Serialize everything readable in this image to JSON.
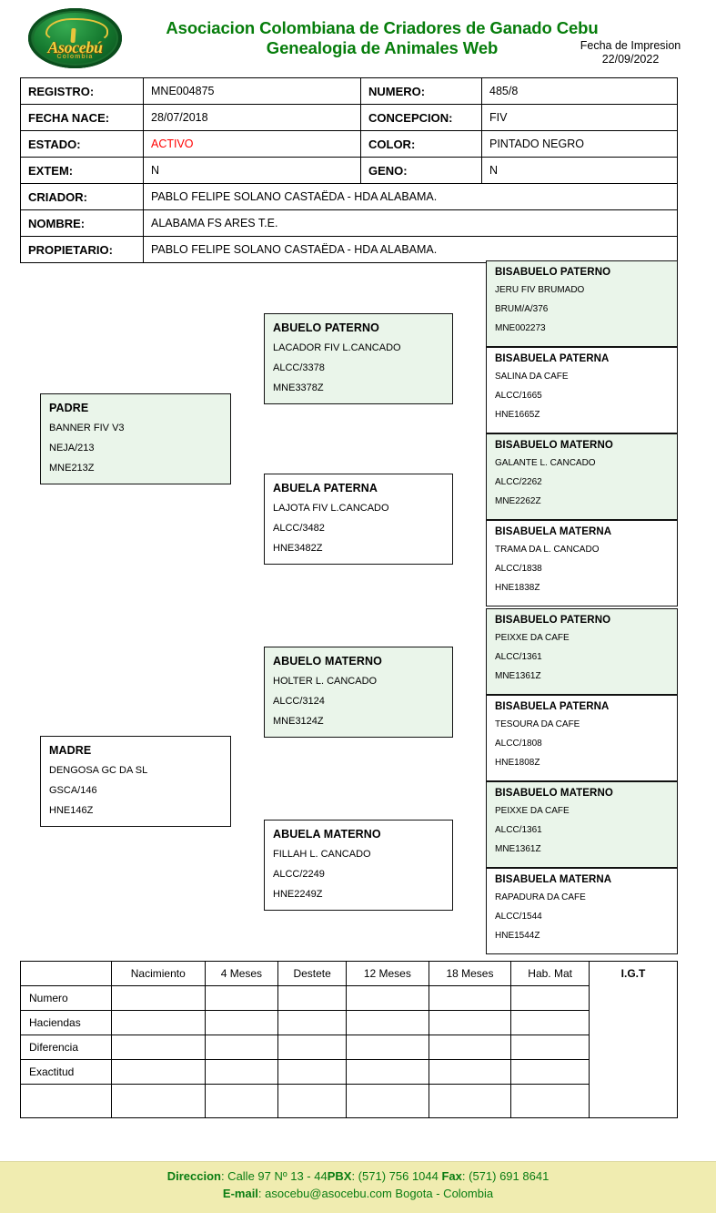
{
  "header": {
    "logo": {
      "word": "Asocebú",
      "sub": "Colombia",
      "alt": "asocebu-logo"
    },
    "title_line1": "Asociacion Colombiana de Criadores de Ganado Cebu",
    "title_line2": "Genealogia de Animales Web",
    "print_label": "Fecha de Impresion",
    "print_date": "22/09/2022",
    "title_color": "#067d0b"
  },
  "info": {
    "registro_label": "REGISTRO:",
    "registro_value": "MNE004875",
    "numero_label": "NUMERO:",
    "numero_value": "485/8",
    "fecha_nace_label": "FECHA NACE:",
    "fecha_nace_value": "28/07/2018",
    "concepcion_label": "CONCEPCION:",
    "concepcion_value": "FIV",
    "estado_label": "ESTADO:",
    "estado_value": "ACTIVO",
    "estado_color": "#ff0000",
    "color_label": "COLOR:",
    "color_value": "PINTADO NEGRO",
    "extem_label": "EXTEM:",
    "extem_value": "N",
    "geno_label": "GENO:",
    "geno_value": "N",
    "criador_label": "CRIADOR:",
    "criador_value": "PABLO FELIPE SOLANO CASTAËDA - HDA ALABAMA.",
    "nombre_label": "NOMBRE:",
    "nombre_value": "ALABAMA FS ARES T.E.",
    "propietario_label": "PROPIETARIO:",
    "propietario_value": "PABLO FELIPE SOLANO CASTAËDA - HDA ALABAMA."
  },
  "pedigree": {
    "padre": {
      "title": "PADRE",
      "name": "BANNER FIV V3",
      "code1": "NEJA/213",
      "code2": "MNE213Z"
    },
    "madre": {
      "title": "MADRE",
      "name": "DENGOSA GC DA SL",
      "code1": "GSCA/146",
      "code2": "HNE146Z"
    },
    "abuelo_paterno": {
      "title": "ABUELO PATERNO",
      "name": "LACADOR FIV L.CANCADO",
      "code1": "ALCC/3378",
      "code2": "MNE3378Z"
    },
    "abuela_paterna": {
      "title": "ABUELA PATERNA",
      "name": "LAJOTA FIV L.CANCADO",
      "code1": "ALCC/3482",
      "code2": "HNE3482Z"
    },
    "abuelo_materno": {
      "title": "ABUELO MATERNO",
      "name": "HOLTER L. CANCADO",
      "code1": "ALCC/3124",
      "code2": "MNE3124Z"
    },
    "abuela_materno": {
      "title": "ABUELA MATERNO",
      "name": "FILLAH L. CANCADO",
      "code1": "ALCC/2249",
      "code2": "HNE2249Z"
    },
    "bis1": {
      "title": "BISABUELO PATERNO",
      "name": "JERU FIV BRUMADO",
      "code1": "BRUM/A/376",
      "code2": "MNE002273"
    },
    "bis2": {
      "title": "BISABUELA PATERNA",
      "name": "SALINA DA CAFE",
      "code1": "ALCC/1665",
      "code2": "HNE1665Z"
    },
    "bis3": {
      "title": "BISABUELO MATERNO",
      "name": "GALANTE L. CANCADO",
      "code1": "ALCC/2262",
      "code2": "MNE2262Z"
    },
    "bis4": {
      "title": "BISABUELA MATERNA",
      "name": "TRAMA DA L. CANCADO",
      "code1": "ALCC/1838",
      "code2": "HNE1838Z"
    },
    "bis5": {
      "title": "BISABUELO PATERNO",
      "name": "PEIXXE DA CAFE",
      "code1": "ALCC/1361",
      "code2": "MNE1361Z"
    },
    "bis6": {
      "title": "BISABUELA PATERNA",
      "name": "TESOURA DA CAFE",
      "code1": "ALCC/1808",
      "code2": "HNE1808Z"
    },
    "bis7": {
      "title": "BISABUELO MATERNO",
      "name": "PEIXXE DA CAFE",
      "code1": "ALCC/1361",
      "code2": "MNE1361Z"
    },
    "bis8": {
      "title": "BISABUELA MATERNA",
      "name": "RAPADURA DA CAFE",
      "code1": "ALCC/1544",
      "code2": "HNE1544Z"
    },
    "box_green": "#eaf5ea"
  },
  "measurements": {
    "columns": [
      "",
      "Nacimiento",
      "4 Meses",
      "Destete",
      "12 Meses",
      "18 Meses",
      "Hab. Mat",
      "I.G.T"
    ],
    "rows": [
      {
        "label": "Numero",
        "values": [
          "",
          "",
          "",
          "",
          "",
          ""
        ]
      },
      {
        "label": "Haciendas",
        "values": [
          "",
          "",
          "",
          "",
          "",
          ""
        ]
      },
      {
        "label": "Diferencia",
        "values": [
          "",
          "",
          "",
          "",
          "",
          ""
        ]
      },
      {
        "label": "Exactitud",
        "values": [
          "",
          "",
          "",
          "",
          "",
          ""
        ]
      },
      {
        "label": "",
        "values": [
          "",
          "",
          "",
          "",
          "",
          ""
        ]
      }
    ]
  },
  "footer": {
    "direccion_label": "Direccion",
    "direccion_value": ": Calle 97 Nº  13 - 44",
    "pbx_label": "PBX",
    "pbx_value": ": (571) 756 1044 ",
    "fax_label": "Fax",
    "fax_value": ": (571) 691 8641",
    "email_label": "E-mail",
    "email_value": ": asocebu@asocebu.com Bogota - Colombia",
    "bg_color": "#f0ecb0",
    "text_color": "#0a7d12"
  }
}
